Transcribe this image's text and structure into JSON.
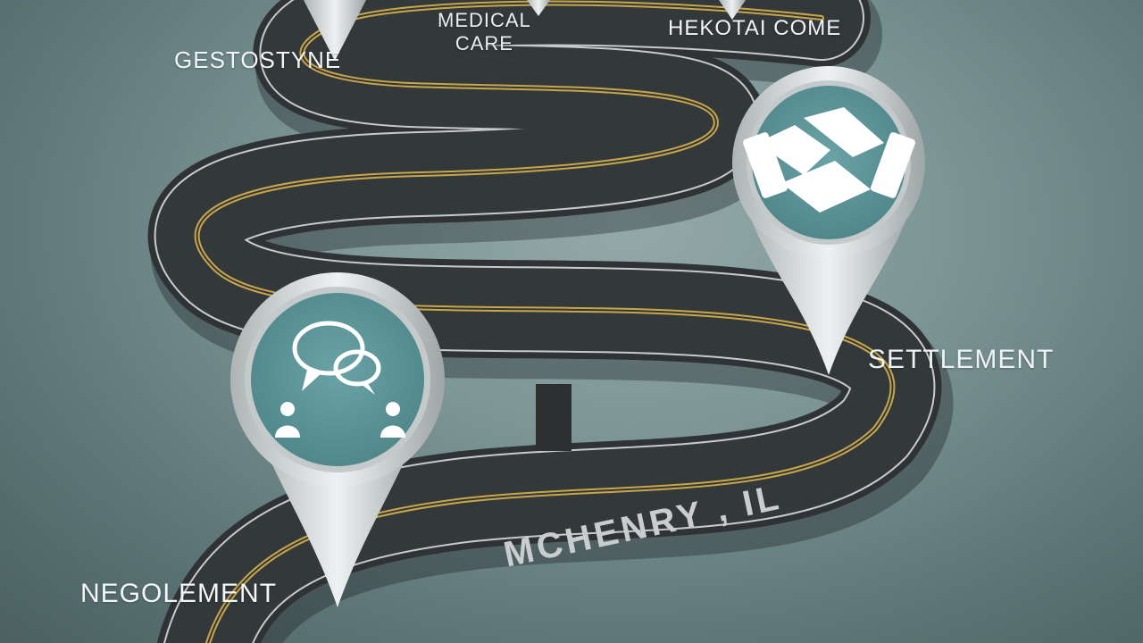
{
  "labels": {
    "top_left": "GESTOSTYNE",
    "top_mid_line1": "MEDICAL",
    "top_mid_line2": "CARE",
    "top_right": "HEKOTAI COME",
    "settlement": "SETTLEMENT",
    "negolement": "NEGOLEMENT",
    "road_text": "MCHENRY , IL"
  },
  "icons": {
    "left_pin": "conversation-icon",
    "right_pin": "handshake-icon"
  },
  "colors": {
    "background": "#7d9696",
    "road": "#2f3335",
    "road_line_yellow": "#c9a64a",
    "road_line_white": "#d8dcdc",
    "pin_teal": "#5b9296",
    "pin_silver": "#d9dddd"
  }
}
